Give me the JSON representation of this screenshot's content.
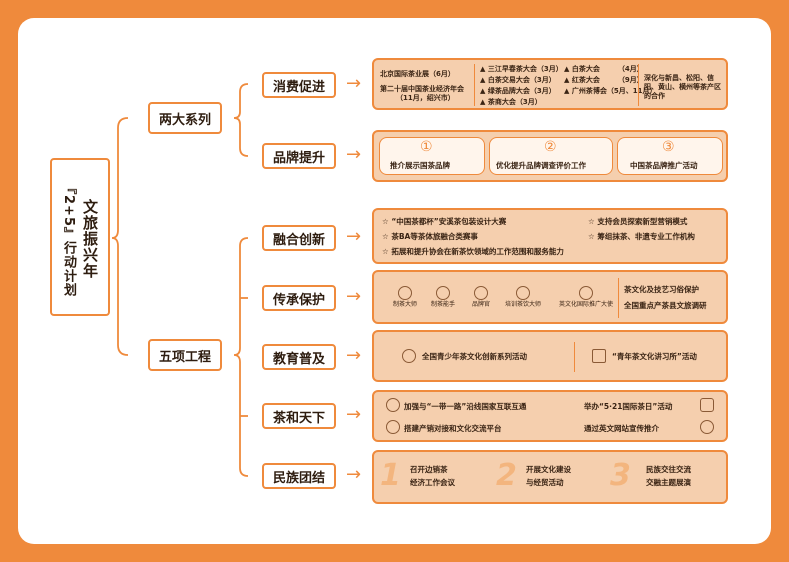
{
  "root": {
    "col1": "文旅振兴年",
    "col2": "『2+5』行动计划"
  },
  "categories": {
    "two": "两大系列",
    "five": "五项工程"
  },
  "branches": {
    "b1": "消费促进",
    "b2": "品牌提升",
    "b3": "融合创新",
    "b4": "传承保护",
    "b5": "教育普及",
    "b6": "茶和天下",
    "b7": "民族团结"
  },
  "consumption": {
    "left1": "北京国际茶业展（6月）",
    "left2a": "第二十届中国茶业经济年会",
    "left2b": "（11月，绍兴市）",
    "events": [
      {
        "name": "▲ 三江早春茶大会",
        "month": "（3月）"
      },
      {
        "name": "▲ 白茶大会",
        "month": "（4月）"
      },
      {
        "name": "▲ 白茶交易大会",
        "month": "（3月）"
      },
      {
        "name": "▲ 红茶大会",
        "month": "（9月）"
      },
      {
        "name": "▲ 绿茶品牌大会",
        "month": "（3月）"
      },
      {
        "name": "▲ 广州茶博会",
        "month": "（5月、11月）"
      },
      {
        "name": "▲ 茶商大会",
        "month": "（3月）"
      }
    ],
    "right": "深化与新昌、松阳、信阳、黄山、横州等茶产区的合作"
  },
  "brand": {
    "items": [
      {
        "num": "①",
        "text": "推介展示国茶品牌"
      },
      {
        "num": "②",
        "text": "优化提升品牌调查评价工作"
      },
      {
        "num": "③",
        "text": "中国茶品牌推广活动"
      }
    ]
  },
  "fusion": {
    "i1": "☆ “中国茶都杯”安溪茶包装设计大赛",
    "i2": "☆ 支持会员探索新型营销模式",
    "i3": "☆ 茶BA等茶体旅融合类赛事",
    "i4": "☆ 筹组抹茶、非遗专业工作机构",
    "i5": "☆ 拓展和提升协会在新茶饮领域的工作范围和服务能力"
  },
  "heritage": {
    "people": [
      "制茶大师",
      "制茶能手",
      "品牌官",
      "培训茶饮大师",
      "英文化国际推广大使"
    ],
    "r1": "茶文化及技艺习俗保护",
    "r2": "全国重点产茶县文旅调研"
  },
  "education": {
    "a": "全国青少年茶文化创新系列活动",
    "b": "“青年茶文化讲习所”活动"
  },
  "world": {
    "a": "加强与“一带一路”沿线国家互联互通",
    "b": "举办“5·21国际茶日”活动",
    "c": "搭建产销对接和文化交流平台",
    "d": "通过英文网站宣传推介"
  },
  "unity": {
    "items": [
      {
        "num": "1",
        "l1": "召开边销茶",
        "l2": "经济工作会议"
      },
      {
        "num": "2",
        "l1": "开展文化建设",
        "l2": "与经贸活动"
      },
      {
        "num": "3",
        "l1": "民族交往交流",
        "l2": "交融主题展演"
      }
    ]
  },
  "colors": {
    "accent": "#ef8a3c",
    "panel": "#f5cfae"
  }
}
